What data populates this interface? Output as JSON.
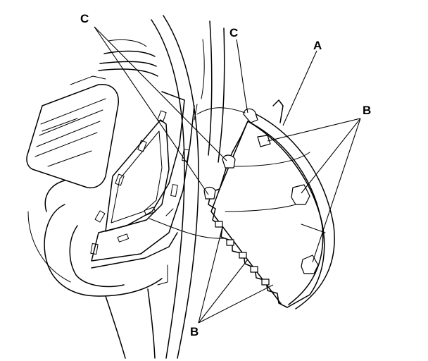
{
  "labels": {
    "a": "A",
    "b_right": "B",
    "b_bottom": "B",
    "c_left": "C",
    "c_top": "C"
  },
  "colors": {
    "ink": "#000000",
    "paper": "#ffffff"
  }
}
